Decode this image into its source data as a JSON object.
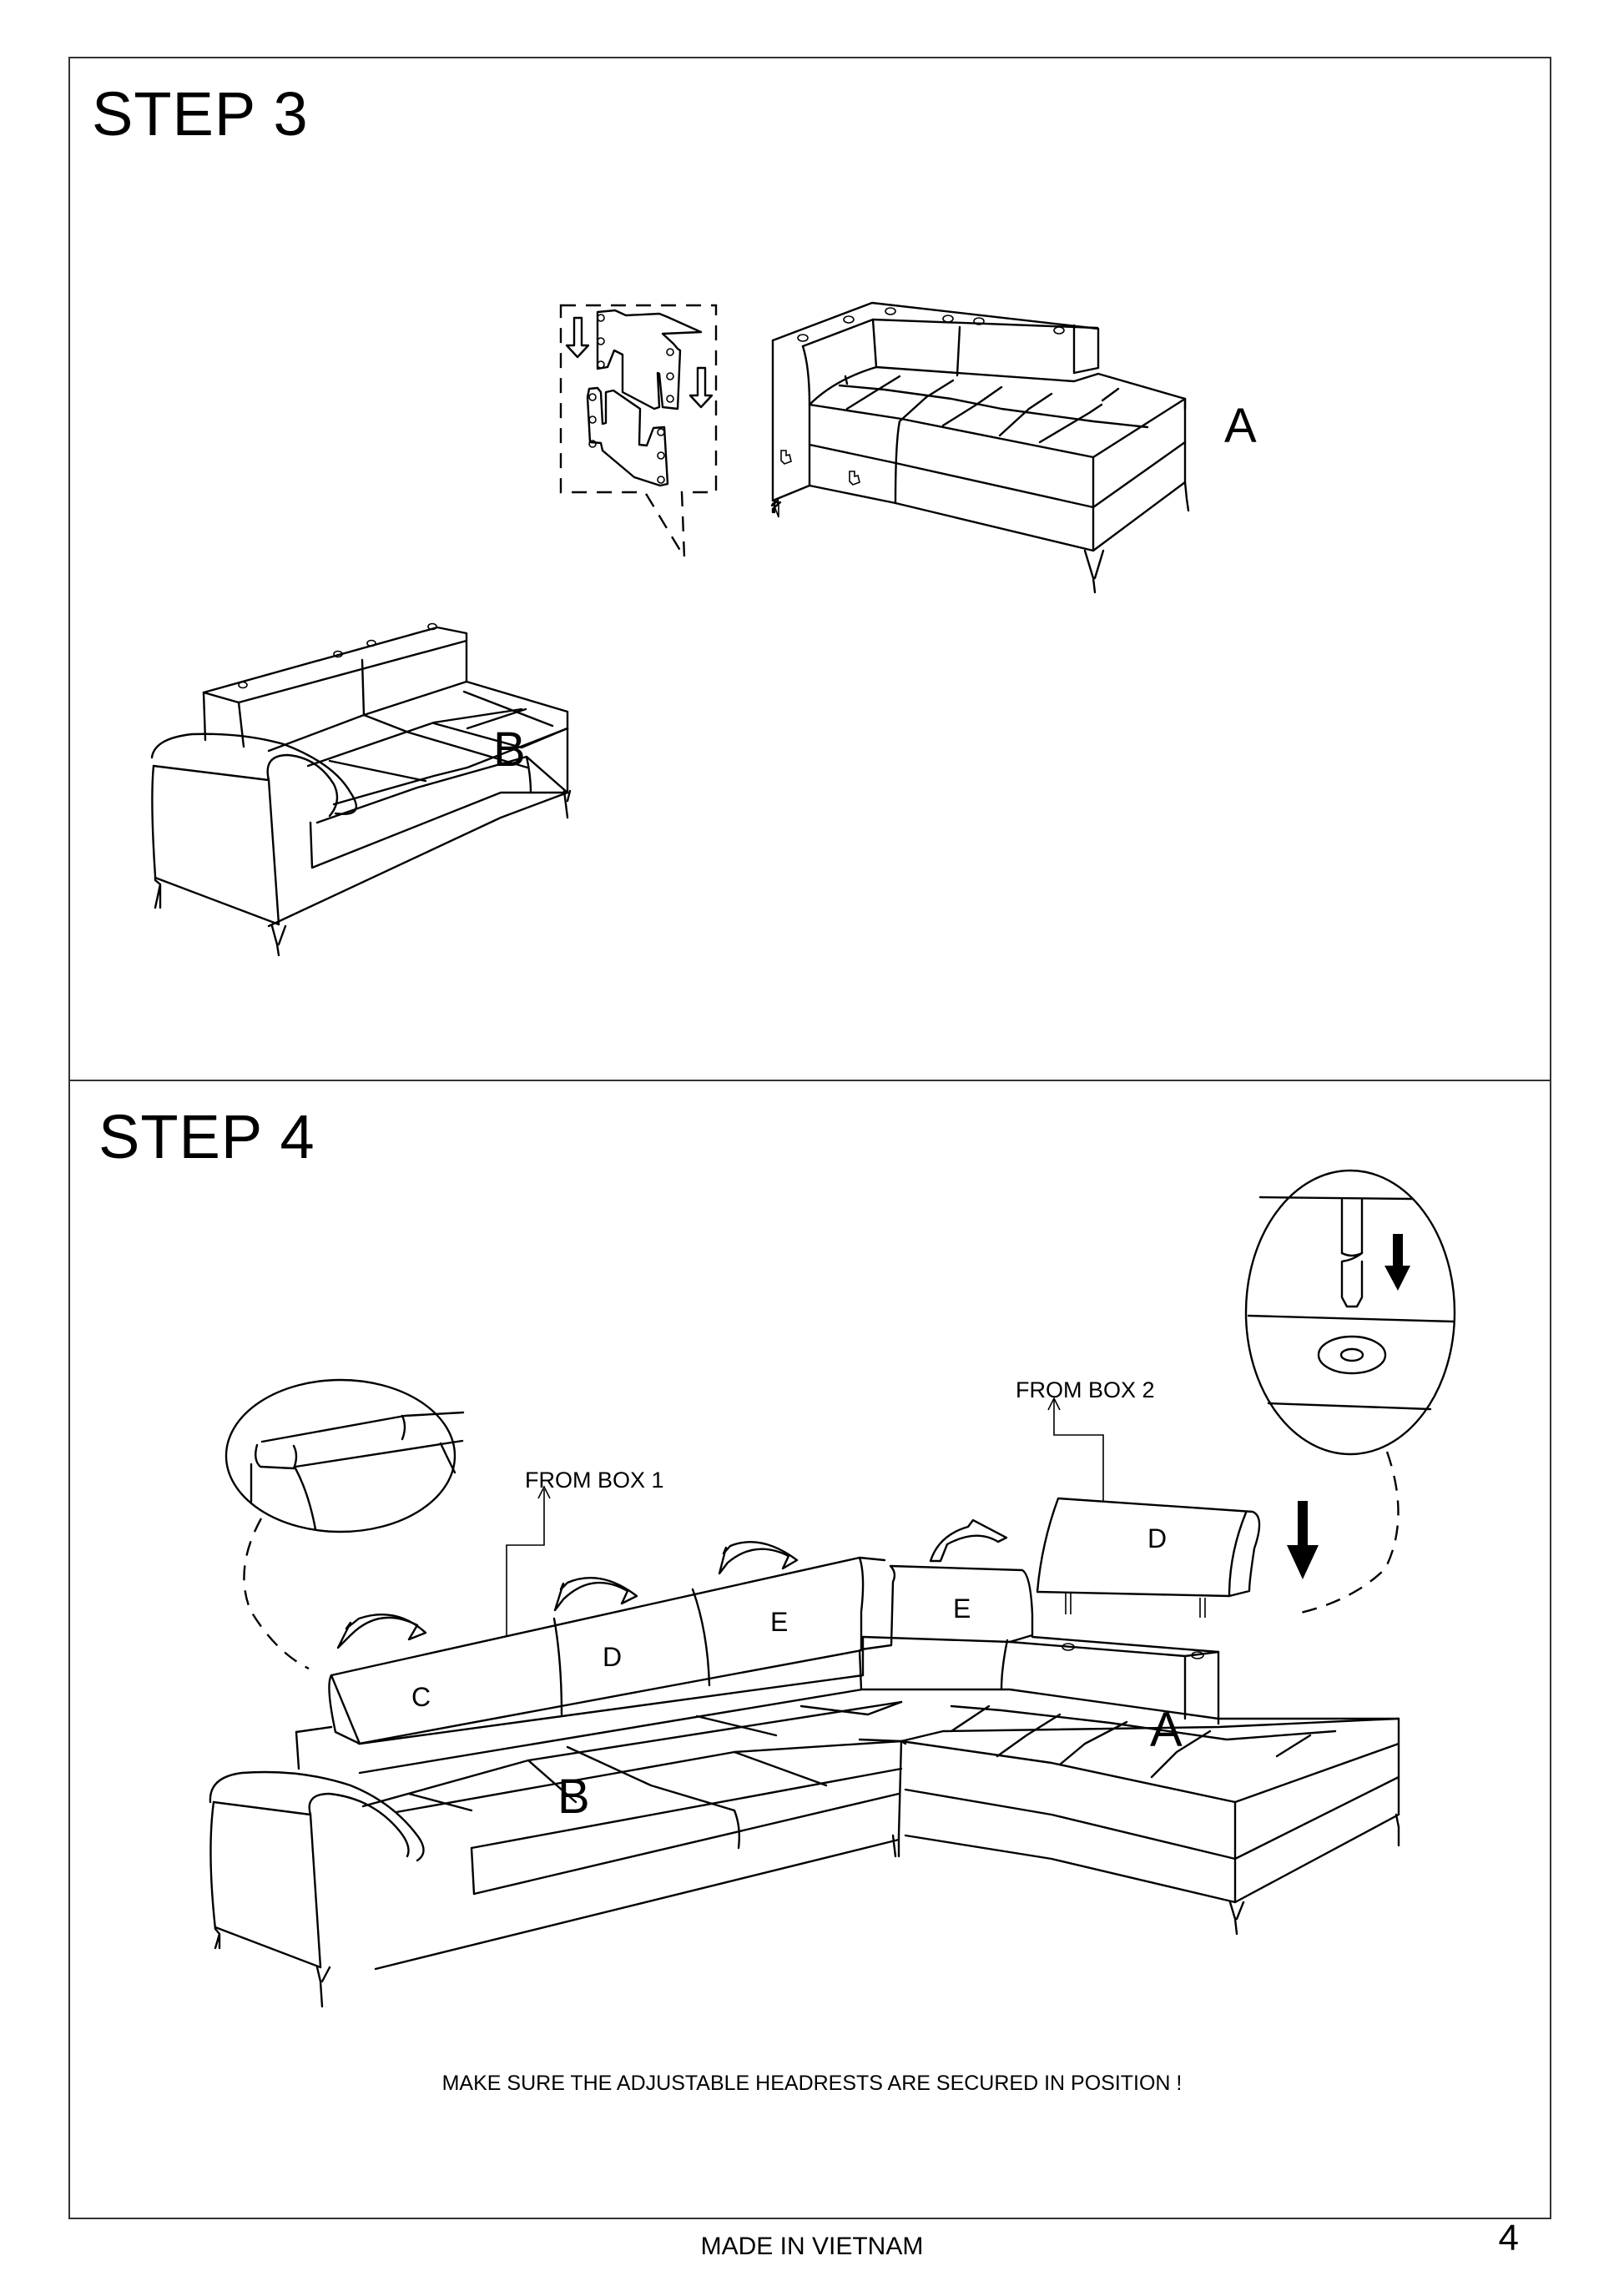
{
  "document": {
    "page_number": "4",
    "footer": "MADE IN VIETNAM",
    "stroke_color": "#000000",
    "border_color": "#333333",
    "background": "#ffffff"
  },
  "step3": {
    "title": "STEP 3",
    "parts": [
      {
        "id": "A",
        "label": "A",
        "description": "chaise section with bracket slots"
      },
      {
        "id": "B",
        "label": "B",
        "description": "arm sofa section"
      }
    ],
    "detail_callout": {
      "description": "interlocking connector brackets sliding together",
      "icons": [
        "hollow-down-arrow-icon",
        "hollow-down-arrow-icon"
      ]
    }
  },
  "step4": {
    "title": "STEP 4",
    "parts": [
      {
        "id": "A",
        "label": "A"
      },
      {
        "id": "B",
        "label": "B"
      },
      {
        "id": "C",
        "label": "C"
      },
      {
        "id": "D1",
        "label": "D"
      },
      {
        "id": "E1",
        "label": "E"
      },
      {
        "id": "E2",
        "label": "E"
      },
      {
        "id": "D2",
        "label": "D"
      }
    ],
    "callouts": [
      {
        "label": "FROM BOX 1"
      },
      {
        "label": "FROM BOX 2"
      }
    ],
    "detail_views": [
      {
        "description": "headrest resting on backrest"
      },
      {
        "description": "headrest pin inserting into socket",
        "icons": [
          "solid-down-arrow-icon"
        ]
      }
    ],
    "note": "MAKE SURE THE ADJUSTABLE HEADRESTS ARE SECURED IN POSITION !"
  }
}
